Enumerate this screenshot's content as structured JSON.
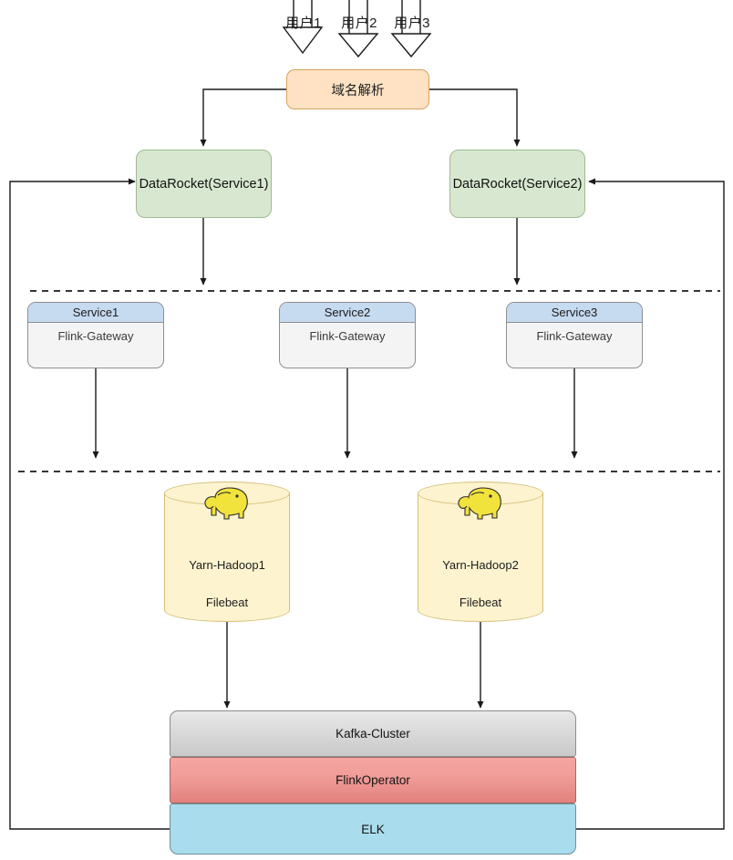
{
  "diagram": {
    "title": "Flink Gateway / DataRocket Architecture",
    "colors": {
      "dns_fill": "#ffe2c4",
      "dns_stroke": "#d6a35c",
      "service_fill": "#d8e8d0",
      "service_stroke": "#9dba93",
      "card_header_fill": "#c6daf0",
      "card_body_fill": "#f4f4f4",
      "cylinder_fill": "#fdf3cf",
      "cylinder_stroke": "#d3bf7a",
      "kafka_fill": "#dadada",
      "flink_operator_fill": "#f09b97",
      "elk_fill": "#a9dced",
      "edge_stroke": "#1a1a1a"
    },
    "users": [
      {
        "label": "用户1"
      },
      {
        "label": "用户2"
      },
      {
        "label": "用户3"
      }
    ],
    "dns": {
      "label": "域名解析"
    },
    "rockets": [
      {
        "label": "DataRocket(Service1)"
      },
      {
        "label": "DataRocket(Service2)"
      }
    ],
    "gateways": [
      {
        "title": "Service1",
        "subtitle": "Flink-Gateway"
      },
      {
        "title": "Service2",
        "subtitle": "Flink-Gateway"
      },
      {
        "title": "Service3",
        "subtitle": "Flink-Gateway"
      }
    ],
    "clusters": [
      {
        "name": "Yarn-Hadoop1",
        "agent": "Filebeat",
        "icon": "hadoop-elephant-icon"
      },
      {
        "name": "Yarn-Hadoop2",
        "agent": "Filebeat",
        "icon": "hadoop-elephant-icon"
      }
    ],
    "stack": [
      {
        "label": "Kafka-Cluster"
      },
      {
        "label": "FlinkOperator"
      },
      {
        "label": "ELK"
      }
    ]
  }
}
